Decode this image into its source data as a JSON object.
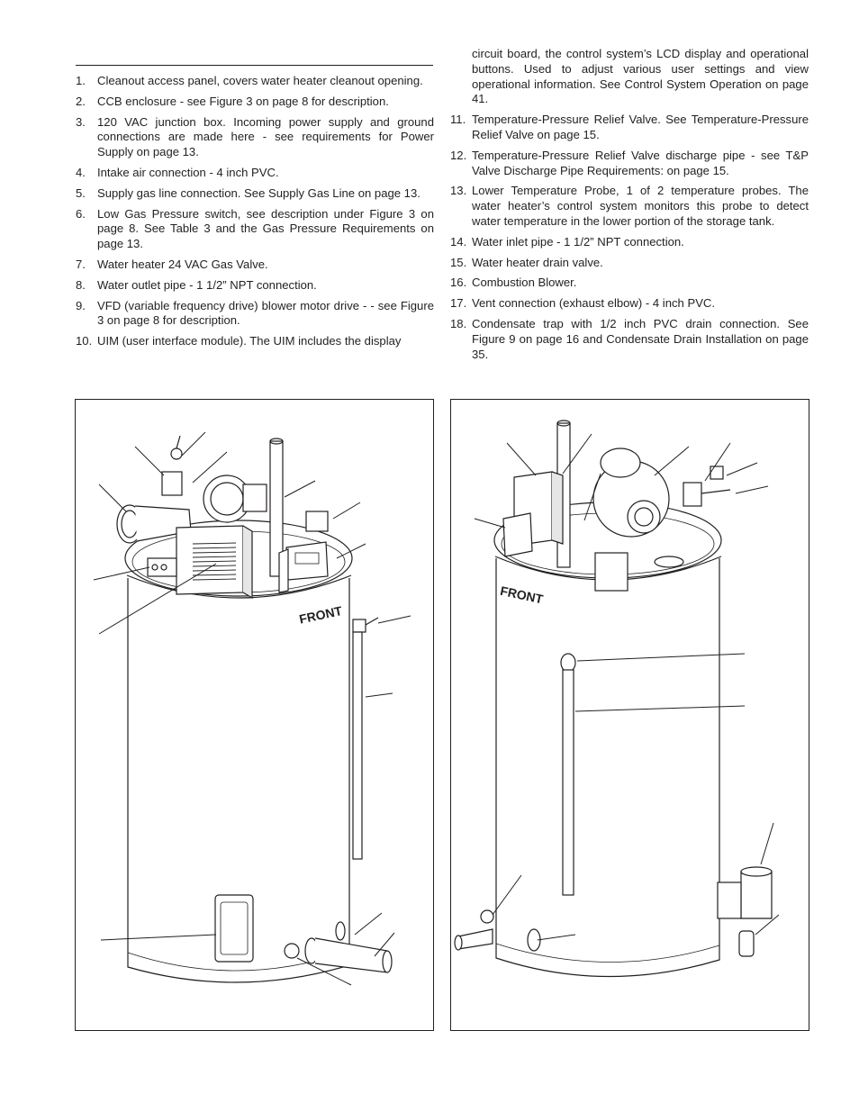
{
  "legend": {
    "left_items": [
      {
        "num": "1.",
        "text": "Cleanout access panel, covers water heater cleanout opening."
      },
      {
        "num": "2.",
        "text": "CCB enclosure - see Figure 3 on page 8 for description."
      },
      {
        "num": "3.",
        "text": "120 VAC junction box. Incoming power supply and ground connections are made here - see requirements for Power Supply on page 13."
      },
      {
        "num": "4.",
        "text": "Intake air connection - 4 inch PVC."
      },
      {
        "num": "5.",
        "text": "Supply gas line connection. See Supply Gas Line on page 13."
      },
      {
        "num": "6.",
        "text": "Low Gas Pressure switch, see description under Figure 3 on page 8. See Table 3 and the Gas Pressure Requirements on page 13."
      },
      {
        "num": "7.",
        "text": "Water heater 24 VAC Gas Valve."
      },
      {
        "num": "8.",
        "text": "Water outlet pipe - 1 1/2” NPT connection."
      },
      {
        "num": "9.",
        "text": "VFD (variable frequency drive) blower motor drive - - see Figure 3 on page 8 for description."
      },
      {
        "num": "10.",
        "text": "UIM (user interface module). The UIM includes the display"
      }
    ],
    "right_continuation": "circuit board, the control system’s LCD display and operational buttons. Used to adjust various user settings and view operational information. See Control System Operation on page 41.",
    "right_items": [
      {
        "num": "11.",
        "text": "Temperature-Pressure Relief Valve. See Temperature-Pressure Relief Valve on page 15."
      },
      {
        "num": "12.",
        "text": "Temperature-Pressure Relief Valve discharge pipe - see T&P Valve Discharge Pipe Requirements: on page 15."
      },
      {
        "num": "13.",
        "text": "Lower Temperature Probe, 1 of 2 temperature probes. The water heater’s control system monitors this probe to detect water temperature in the lower portion of the storage tank."
      },
      {
        "num": "14.",
        "text": "Water inlet pipe - 1 1/2” NPT connection."
      },
      {
        "num": "15.",
        "text": "Water heater drain valve."
      },
      {
        "num": "16.",
        "text": "Combustion Blower."
      },
      {
        "num": "17.",
        "text": "Vent connection (exhaust elbow) - 4 inch PVC."
      },
      {
        "num": "18.",
        "text": "Condensate trap with 1/2 inch PVC drain connection. See Figure 9 on page 16 and Condensate Drain Installation on page 35."
      }
    ]
  },
  "figures": {
    "left_front_label": "FRONT",
    "right_front_label": "FRONT"
  }
}
